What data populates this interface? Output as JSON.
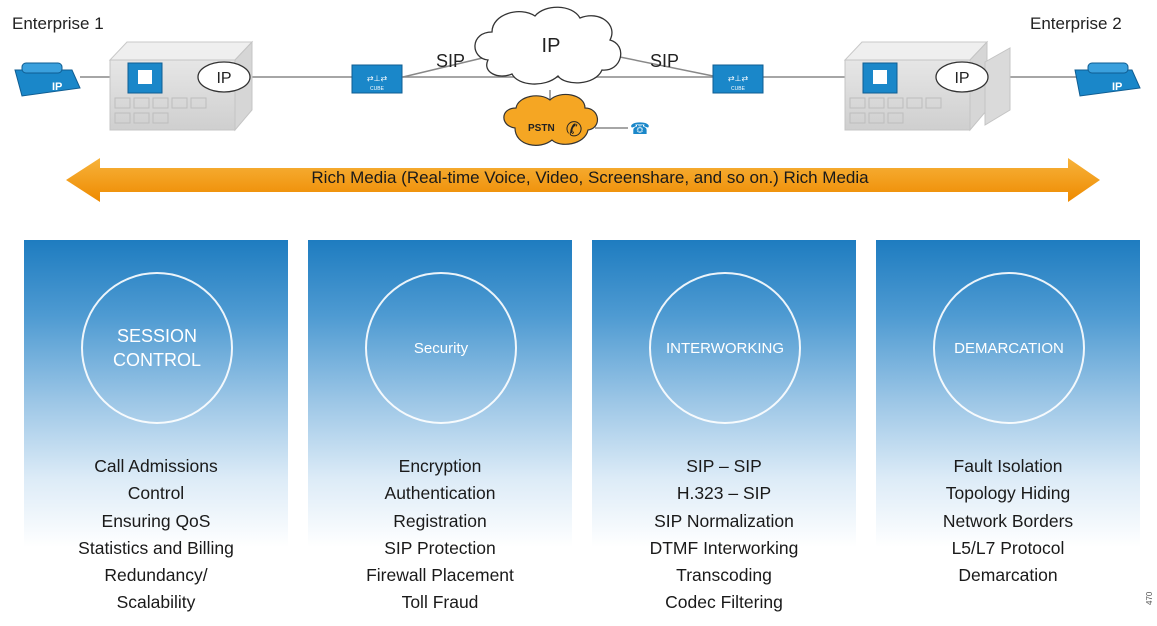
{
  "topology": {
    "enterprise_left": "Enterprise 1",
    "enterprise_right": "Enterprise 2",
    "sip_left": "SIP",
    "sip_right": "SIP",
    "ip_cloud": "IP",
    "ip_local_left": "IP",
    "ip_local_right": "IP",
    "pstn": "PSTN",
    "phone_label": "IP",
    "cube_label": "CUBE"
  },
  "media_banner": "Rich Media (Real-time Voice, Video, Screenshare, and so on.) Rich Media",
  "panels": [
    {
      "title_lines": [
        "SESSION",
        "CONTROL"
      ],
      "items": [
        "Call Admissions",
        "Control",
        "Ensuring QoS",
        "Statistics and Billing",
        "Redundancy/",
        "Scalability"
      ]
    },
    {
      "title_lines": [
        "Security"
      ],
      "items": [
        "Encryption",
        "Authentication",
        "Registration",
        "SIP Protection",
        "Firewall Placement",
        "Toll Fraud"
      ]
    },
    {
      "title_lines": [
        "INTERWORKING"
      ],
      "items": [
        "SIP – SIP",
        "H.323 – SIP",
        "SIP Normalization",
        "DTMF Interworking",
        "Transcoding",
        "Codec Filtering"
      ]
    },
    {
      "title_lines": [
        "DEMARCATION"
      ],
      "items": [
        "Fault Isolation",
        "Topology Hiding",
        "Network Borders",
        "L5/L7 Protocol",
        "Demarcation"
      ]
    }
  ],
  "figure_number": "470",
  "colors": {
    "accent_blue": "#1e7cc0",
    "arrow_orange": "#f29a16",
    "pstn_orange": "#f5a623"
  }
}
